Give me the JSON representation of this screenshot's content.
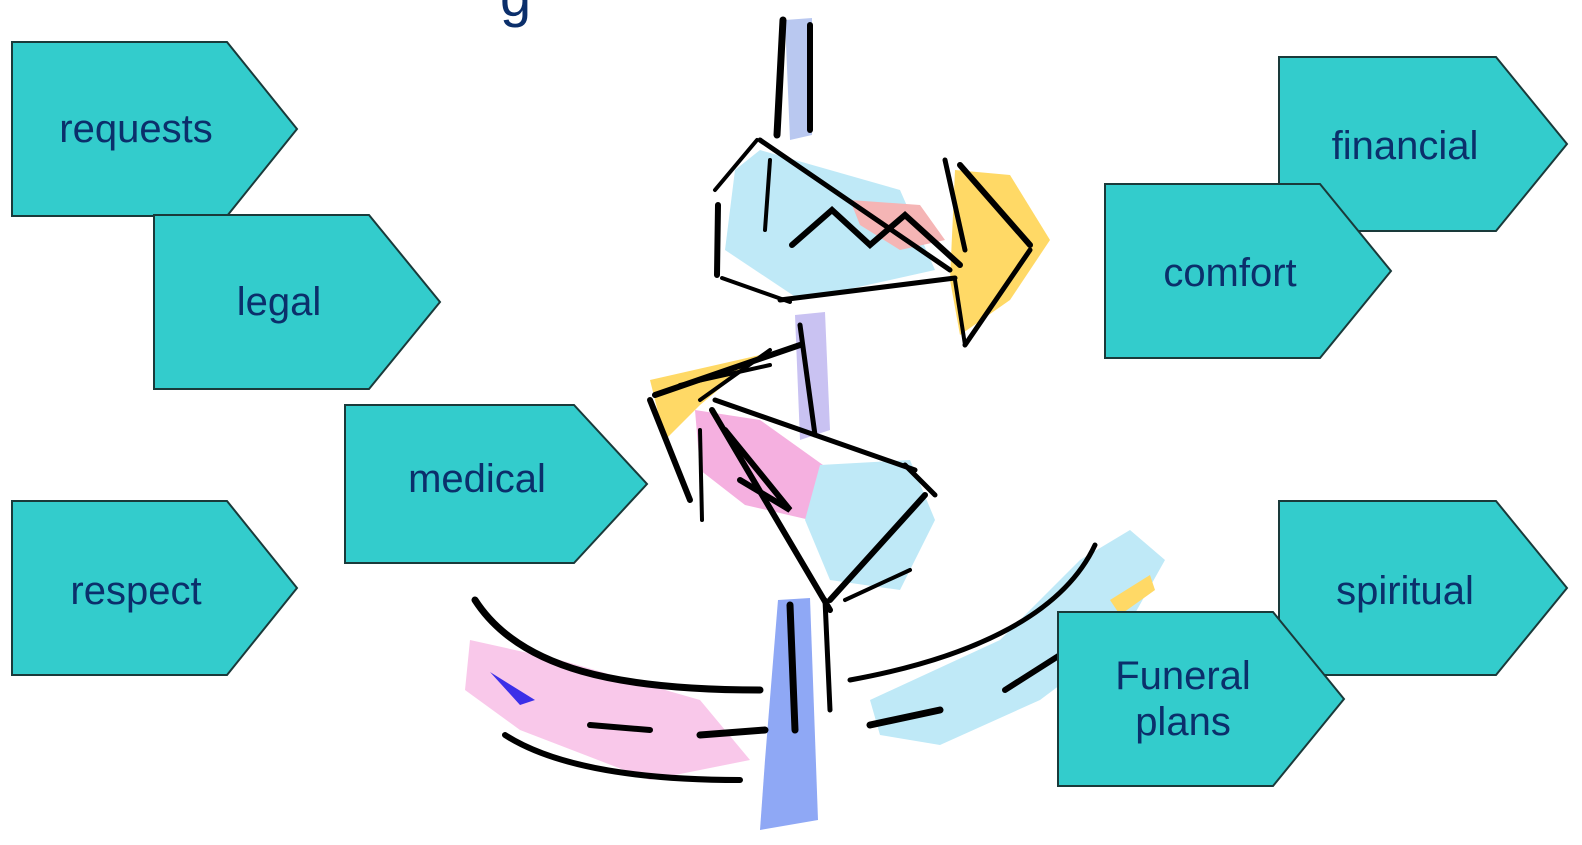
{
  "title_fragment": "g",
  "colors": {
    "arrow_fill": "#33CCCC",
    "arrow_stroke": "#1a3a3a",
    "label_text": "#0b2f6b"
  },
  "clipart_icon": "signpost-illustration",
  "arrows": {
    "requests": "requests",
    "legal": "legal",
    "medical": "medical",
    "respect": "respect",
    "financial": "financial",
    "comfort": "comfort",
    "spiritual": "spiritual",
    "funeral": "Funeral\nplans"
  }
}
